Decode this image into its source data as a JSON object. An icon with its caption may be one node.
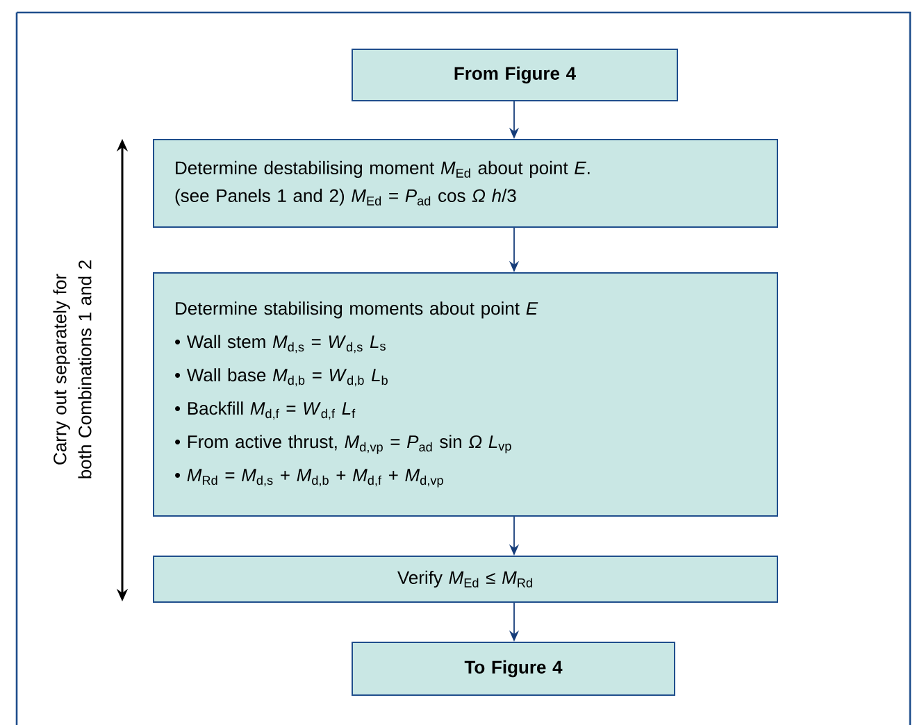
{
  "diagram": {
    "nodes": [
      {
        "text": [
          "From Figure 4"
        ]
      },
      {
        "text": [
          "Determine destabilising moment *M*$_{Ed}$ about point *E*.",
          "(see Panels 1 and 2)  *M*$_{Ed}$ = *P*$_{ad}$ cos *Ω h*/3"
        ]
      },
      {
        "text": [
          "Determine stabilising moments about point *E*",
          "• Wall stem *M*$_{d,s}$ = *W*$_{d,s}$ *L*$_{s}$",
          "• Wall base *M*$_{d,b}$ = *W*$_{d,b}$ *L*$_{b}$",
          "• Backfill *M*$_{d,f}$ = *W*$_{d,f}$ *L*$_{f}$",
          "• From active thrust, *M*$_{d,vp}$ = *P*$_{ad}$ sin *Ω L*$_{vp}$",
          "• *M*$_{Rd}$ = *M*$_{d,s}$ + *M*$_{d,b}$ + *M*$_{d,f}$ + *M*$_{d,vp}$"
        ]
      },
      {
        "text": [
          "Verify *M*$_{Ed}$ ≤ *M*$_{Rd}$"
        ]
      },
      {
        "text": [
          "To Figure 4"
        ]
      }
    ],
    "edges": [
      {
        "from": 0,
        "to": 1,
        "arrow": "to"
      },
      {
        "from": 1,
        "to": 2,
        "arrow": "to"
      },
      {
        "from": 2,
        "to": 3,
        "arrow": "to"
      },
      {
        "from": 3,
        "to": 4,
        "arrow": "to"
      }
    ],
    "labels": [
      "Carry out separately for both Combinations 1 and 2"
    ]
  }
}
